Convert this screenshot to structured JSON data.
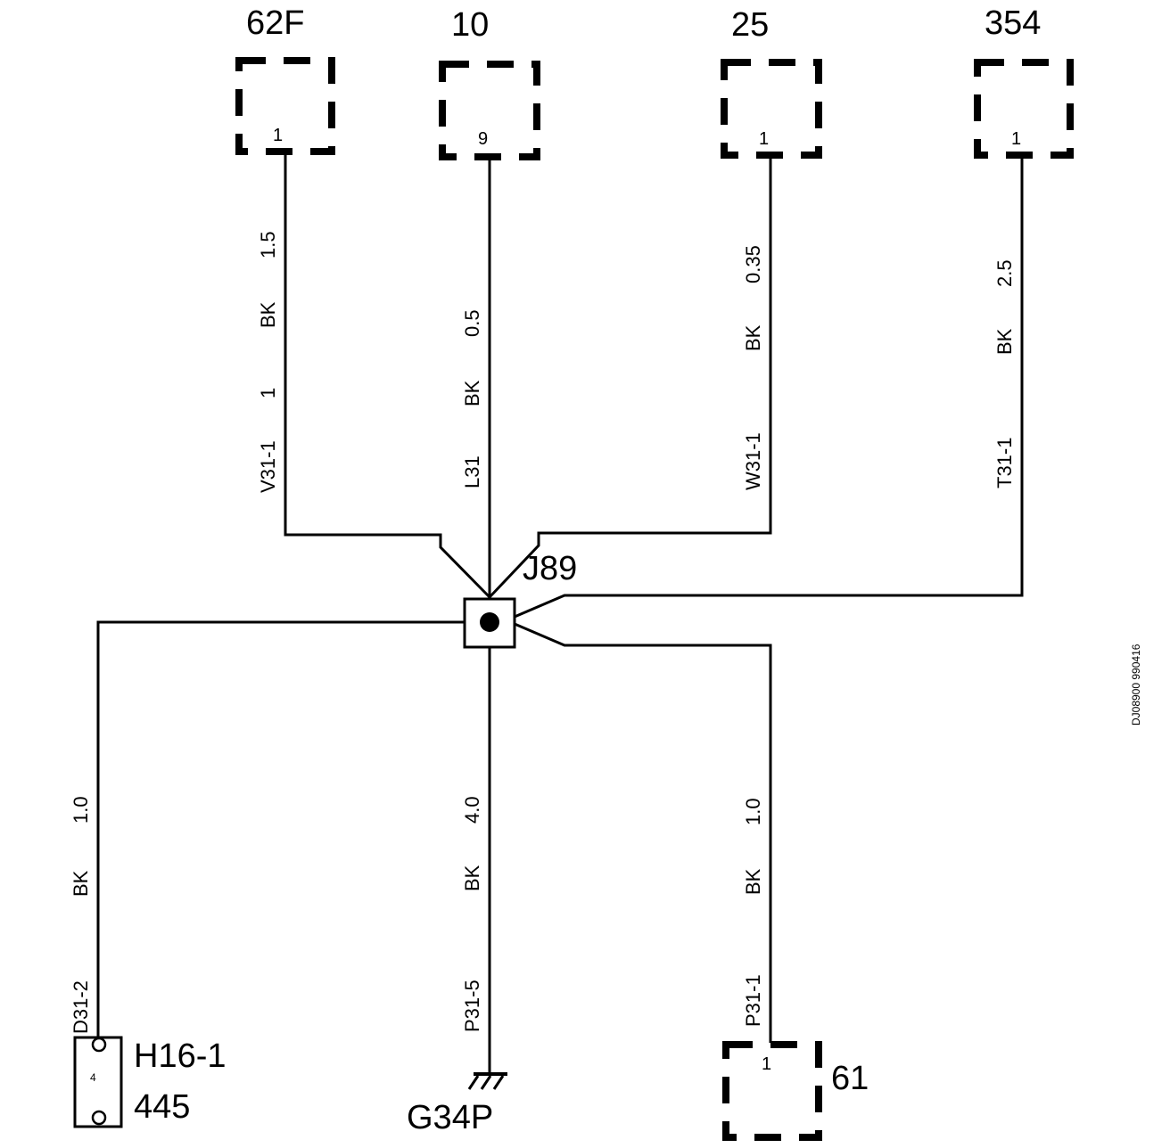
{
  "connectors": {
    "c62f": {
      "label": "62F",
      "pin": "1"
    },
    "c10": {
      "label": "10",
      "pin": "9"
    },
    "c25": {
      "label": "25",
      "pin": "1"
    },
    "c354": {
      "label": "354",
      "pin": "1"
    },
    "c61": {
      "label": "61",
      "pin": "1"
    },
    "h16": {
      "label": "H16-1",
      "number": "445",
      "pin": "4"
    }
  },
  "splice": {
    "label": "J89"
  },
  "ground": {
    "label": "G34P"
  },
  "wires": {
    "w62f": {
      "id": "V31-1",
      "extra": "1",
      "color": "BK",
      "size": "1.5"
    },
    "w10": {
      "id": "L31",
      "color": "BK",
      "size": "0.5"
    },
    "w25": {
      "id": "W31-1",
      "color": "BK",
      "size": "0.35"
    },
    "w354": {
      "id": "T31-1",
      "color": "BK",
      "size": "2.5"
    },
    "wh16": {
      "id": "D31-2",
      "color": "BK",
      "size": "1.0"
    },
    "wg34": {
      "id": "P31-5",
      "color": "BK",
      "size": "4.0"
    },
    "w61": {
      "id": "P31-1",
      "color": "BK",
      "size": "1.0"
    }
  },
  "diagram_code": "DJ08900 990416"
}
